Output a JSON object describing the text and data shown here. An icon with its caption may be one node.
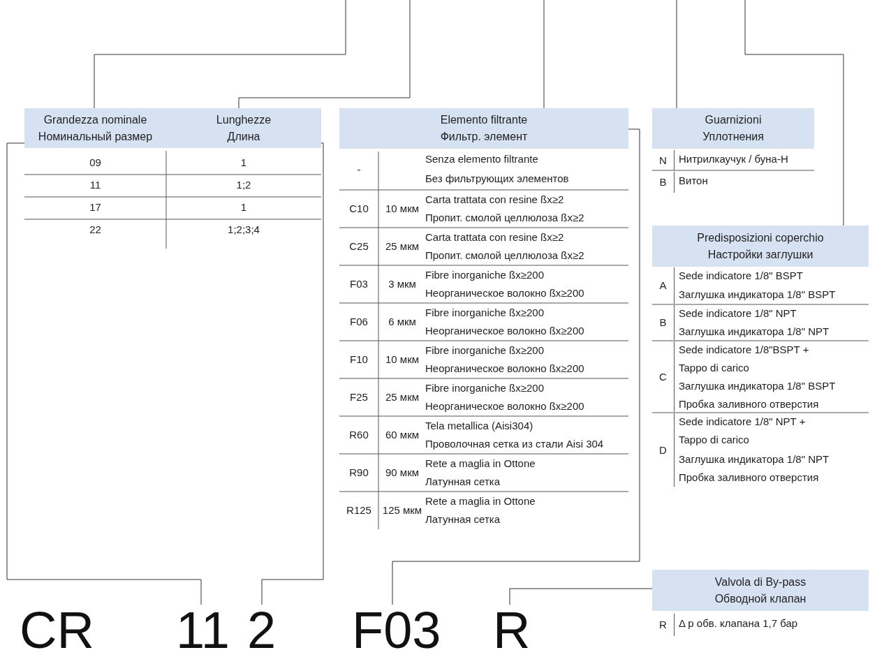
{
  "diagram": {
    "nodes": [
      {
        "text": [
          "Grandezza nominale",
          "Номинальный размер"
        ]
      },
      {
        "text": [
          "Lunghezze",
          "Длина"
        ]
      },
      {
        "text": [
          "Elemento filtrante",
          "Фильтр. элемент"
        ]
      },
      {
        "text": [
          "Guarnizioni",
          "Уплотнения"
        ]
      },
      {
        "text": [
          "Predisposizioni coperchio",
          "Настройки заглушки"
        ]
      },
      {
        "text": [
          "Valvola di By-pass",
          "Обводной клапан"
        ]
      },
      {
        "text": [
          "11"
        ]
      },
      {
        "text": [
          "2"
        ]
      },
      {
        "text": [
          "F03"
        ]
      },
      {
        "text": [
          "R"
        ]
      }
    ],
    "edges": [
      {
        "from": null,
        "to": 0,
        "arrow": "none"
      },
      {
        "from": null,
        "to": 1,
        "arrow": "none"
      },
      {
        "from": null,
        "to": 2,
        "arrow": "none"
      },
      {
        "from": null,
        "to": 3,
        "arrow": "none"
      },
      {
        "from": null,
        "to": 4,
        "arrow": "none"
      },
      {
        "from": 0,
        "to": 6,
        "arrow": "none"
      },
      {
        "from": 1,
        "to": 7,
        "arrow": "none"
      },
      {
        "from": 2,
        "to": 8,
        "arrow": "none"
      },
      {
        "from": 9,
        "to": 5,
        "arrow": "none"
      }
    ],
    "labels": [
      "09",
      "1",
      "11",
      "1;2",
      "17",
      "1",
      "22",
      "1;2;3;4",
      "-",
      "Senza elemento filtrante",
      "Без фильтрующих элементов",
      "C10",
      "10 мкм",
      "Carta trattata con resine ßx≥2",
      "Пропит. смолой целлюлоза ßx≥2",
      "C25",
      "25 мкм",
      "Carta trattata con resine ßx≥2",
      "Пропит. смолой целлюлоза ßx≥2",
      "F03",
      "3 мкм",
      "Fibre inorganiche ßx≥200",
      "Неорганическое волокно ßx≥200",
      "F06",
      "6 мкм",
      "Fibre inorganiche ßx≥200",
      "Неорганическое волокно ßx≥200",
      "F10",
      "10 мкм",
      "Fibre inorganiche ßx≥200",
      "Неорганическое волокно ßx≥200",
      "F25",
      "25 мкм",
      "Fibre inorganiche ßx≥200",
      "Неорганическое волокно ßx≥200",
      "R60",
      "60 мкм",
      "Tela metallica (Aisi304)",
      "Проволочная сетка из стали Aisi 304",
      "R90",
      "90 мкм",
      "Rete a maglia in Ottone",
      "Латунная сетка",
      "R125",
      "125 мкм",
      "Rete a maglia in Ottone",
      "Латунная сетка",
      "N",
      "Нитрилкаучук / буна-Н",
      "B",
      "Витон",
      "A",
      "Sede indicatore 1/8\" BSPT",
      "Заглушка индикатора 1/8\" BSPT",
      "B",
      "Sede indicatore 1/8\" NPT",
      "Заглушка индикатора 1/8\" NPT",
      "C",
      "Sede indicatore 1/8\"BSPT + Tappo di carico",
      "Заглушка индикатора 1/8\" BSPT Пробка заливного отверстия",
      "D",
      "Sede indicatore 1/8\" NPT + Tappo di carico",
      "Заглушка индикатора 1/8\" NPT Пробка заливного отверстия",
      "R",
      "Δ p обв. клапана 1,7 бар",
      "CR"
    ]
  }
}
